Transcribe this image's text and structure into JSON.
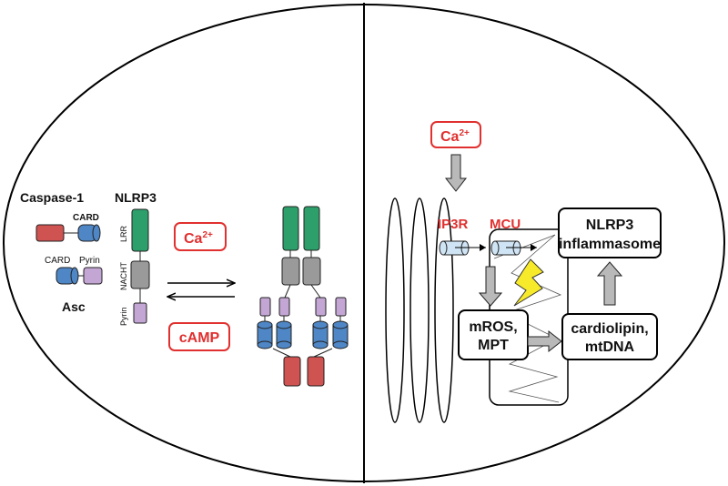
{
  "left_panel": {
    "caspase_label": "Caspase-1",
    "nlrp3_label": "NLRP3",
    "asc_label": "Asc",
    "card_label_caspase": "CARD",
    "card_label_asc": "CARD",
    "pyrin_label_asc": "Pyrin",
    "domain_lrr": "LRR",
    "domain_nacht": "NACHT",
    "domain_pyrin": "Pyrin",
    "calcium_base": "Ca",
    "calcium_sup": "2+",
    "camp_label": "cAMP"
  },
  "right_panel": {
    "calcium_base": "Ca",
    "calcium_sup": "2+",
    "ip3r_label": "IP3R",
    "mcu_label": "MCU",
    "mros_line1": "mROS,",
    "mros_line2": "MPT",
    "cardiolipin_line1": "cardiolipin,",
    "cardiolipin_line2": "mtDNA",
    "inflammasome_line1": "NLRP3",
    "inflammasome_line2": "inflammasome"
  },
  "colors": {
    "accent_red": "#e0302f",
    "lrr_green": "#2d9f6b",
    "nacht_gray": "#9a9a9a",
    "pyrin_lilac": "#c4a6d4",
    "card_blue": "#4f86c6",
    "caspase_red": "#cf5350",
    "channel_light_blue": "#cfe4f4",
    "arrow_gray": "#b9b9b9"
  }
}
